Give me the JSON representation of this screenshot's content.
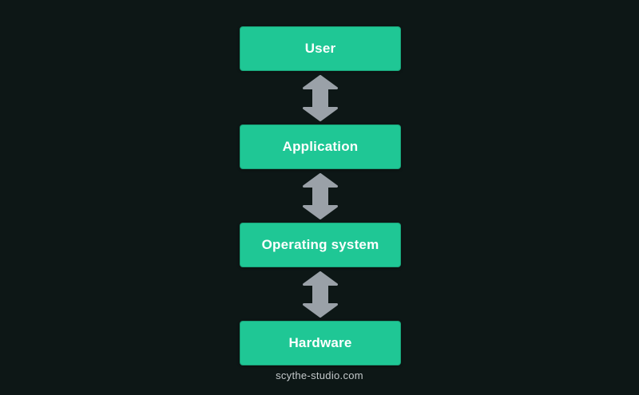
{
  "colors": {
    "background": "#0d1716",
    "box": "#1fc795",
    "box_text": "#ffffff",
    "arrow": "#9aa1a8",
    "watermark_text": "#c4c9cb"
  },
  "diagram": {
    "layers": [
      {
        "label": "User"
      },
      {
        "label": "Application"
      },
      {
        "label": "Operating system"
      },
      {
        "label": "Hardware"
      }
    ],
    "connector_icon": "double-arrow-icon"
  },
  "footer": {
    "watermark": "scythe-studio.com"
  }
}
